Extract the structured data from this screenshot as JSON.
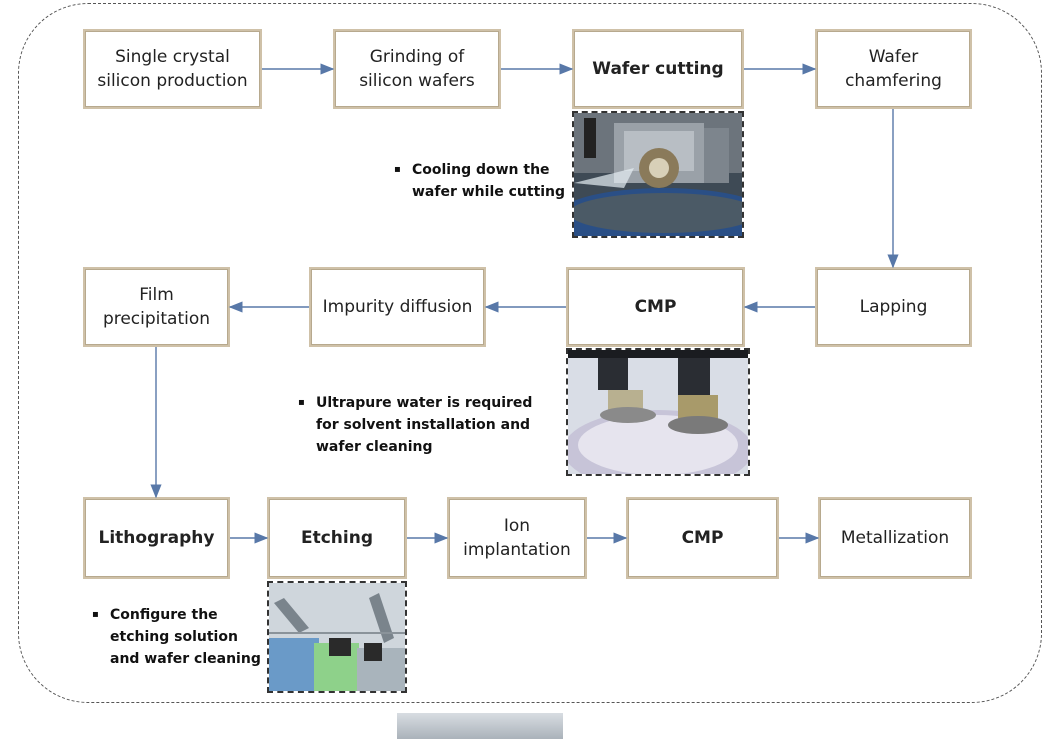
{
  "steps": {
    "single_crystal": "Single crystal\nsilicon production",
    "grinding": "Grinding of\nsilicon wafers",
    "wafer_cutting": "Wafer cutting",
    "wafer_chamfering": "Wafer\nchamfering",
    "lapping": "Lapping",
    "cmp_1": "CMP",
    "impurity_diffusion": "Impurity diffusion",
    "film_precipitation": "Film\nprecipitation",
    "lithography": "Lithography",
    "etching": "Etching",
    "ion_implantation": "Ion\nimplantation",
    "cmp_2": "CMP",
    "metallization": "Metallization"
  },
  "notes": {
    "cutting": "Cooling down the\nwafer while cutting",
    "cmp": "Ultrapure water is required\nfor solvent installation and\nwafer cleaning",
    "etching": "Configure the\netching solution\nand wafer cleaning"
  },
  "bullet": "▪",
  "colors": {
    "arrow": "#5878a8",
    "box_border": "#cfc1a8",
    "frame": "#555555"
  }
}
